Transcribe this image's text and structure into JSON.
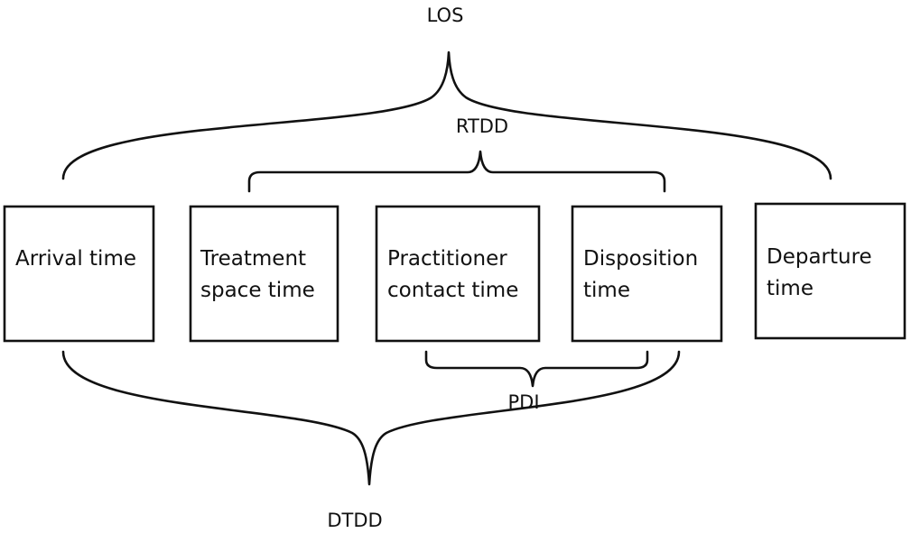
{
  "boxes": [
    {
      "id": "arrival",
      "lines": [
        "Arrival time"
      ]
    },
    {
      "id": "treatment",
      "lines": [
        "Treatment",
        "space time"
      ]
    },
    {
      "id": "practitioner",
      "lines": [
        "Practitioner",
        "contact time"
      ]
    },
    {
      "id": "disposition",
      "lines": [
        "Disposition",
        "time"
      ]
    },
    {
      "id": "departure",
      "lines": [
        "Departure",
        "time"
      ]
    }
  ],
  "brackets": {
    "los": "LOS",
    "rtdd": "RTDD",
    "pdi": "PDI",
    "dtdd": "DTDD"
  }
}
